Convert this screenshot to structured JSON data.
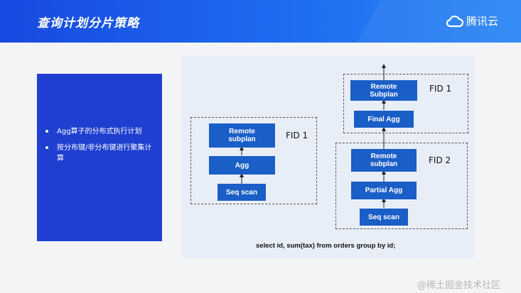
{
  "header": {
    "title": "查询计划分片策略",
    "logo_text": "腾讯云",
    "logo_icon": "cloud-icon",
    "background": "#1f5fe8"
  },
  "sidebar": {
    "background": "#1f3fd0",
    "bullets": [
      "Agg算子的分布式执行计划",
      "按分布键/非分布键进行聚集计算"
    ]
  },
  "diagram": {
    "left_plan": {
      "fid_label": "FID 1",
      "nodes": [
        "Remote subplan",
        "Agg",
        "Seq scan"
      ]
    },
    "right_plan": {
      "upper": {
        "fid_label": "FID 1",
        "nodes": [
          "Remote Subplan",
          "Final Agg"
        ]
      },
      "lower": {
        "fid_label": "FID 2",
        "nodes": [
          "Remote subplan",
          "Partial Agg",
          "Seq scan"
        ]
      }
    },
    "caption": "select id, sum(tax) from orders group by id;",
    "node_color": "#1a5ec7"
  },
  "watermark": "@稀土掘金技术社区"
}
